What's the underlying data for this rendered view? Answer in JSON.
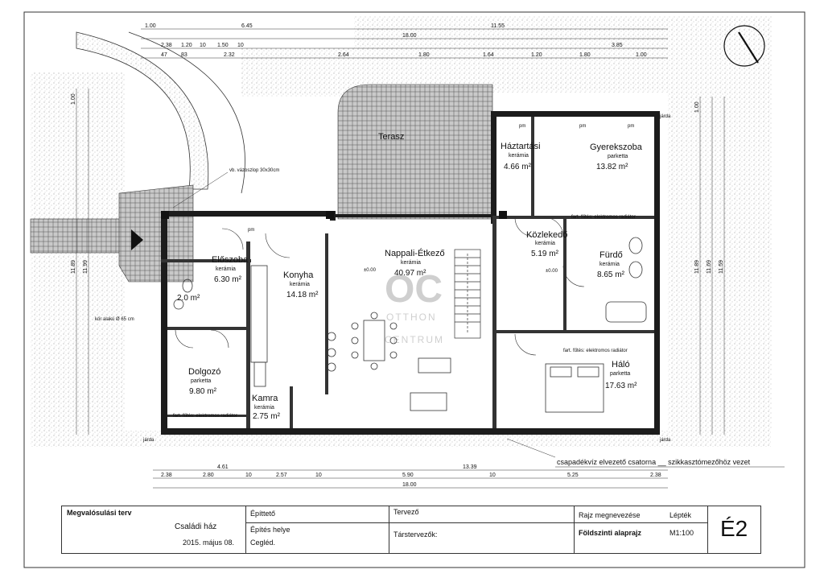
{
  "dimensions": {
    "top_row1": [
      "1.00",
      "6.45",
      "11.55"
    ],
    "top_row2": [
      "18.00"
    ],
    "top_row3": [
      "2.38",
      "1.20",
      "10",
      "1.50",
      "10",
      "3.85"
    ],
    "top_row4": [
      "47",
      "83",
      "2.32",
      "2.64",
      "1.80",
      "1.64",
      "1.20",
      "1.80",
      "1.00"
    ],
    "bottom_row1": [
      "4.61",
      "13.39"
    ],
    "bottom_row2": [
      "2.38",
      "2.80",
      "10",
      "2.57",
      "10",
      "5.90",
      "10",
      "5.25",
      "2.38"
    ],
    "bottom_row3": [
      "18.00"
    ],
    "right_side": [
      "1.00",
      "11.89",
      "11.69",
      "11.59"
    ],
    "left_side": [
      "1.00",
      "11.89",
      "11.99"
    ]
  },
  "rooms": [
    {
      "id": "terasz",
      "name": "Terasz",
      "floor": "",
      "area": ""
    },
    {
      "id": "haztartasi",
      "name": "Háztartási",
      "floor": "kerámia",
      "area": "4.66 m²"
    },
    {
      "id": "gyerekszoba",
      "name": "Gyerekszoba",
      "floor": "parketta",
      "area": "13.82 m²"
    },
    {
      "id": "kozlekedo",
      "name": "Közlekedő",
      "floor": "kerámia",
      "area": "5.19 m²"
    },
    {
      "id": "furdo",
      "name": "Fürdő",
      "floor": "kerámia",
      "area": "8.65 m²"
    },
    {
      "id": "eloszoba",
      "name": "Előszoba",
      "floor": "kerámia",
      "area": "6.30 m²"
    },
    {
      "id": "wc",
      "name": "",
      "floor": "",
      "area": "2.0 m²"
    },
    {
      "id": "konyha",
      "name": "Konyha",
      "floor": "kerámia",
      "area": "14.18 m²"
    },
    {
      "id": "nappali",
      "name": "Nappali-Étkező",
      "floor": "kerámia",
      "area": "40.97 m²"
    },
    {
      "id": "dolgozo",
      "name": "Dolgozó",
      "floor": "parketta",
      "area": "9.80 m²"
    },
    {
      "id": "kamra",
      "name": "Kamra",
      "floor": "kerámia",
      "area": "2.75 m²"
    },
    {
      "id": "halo",
      "name": "Háló",
      "floor": "parketta",
      "area": "17.63 m²"
    }
  ],
  "notes": {
    "vazoszlop": "vb. vázoszlop 30x30cm",
    "heating": "fart. fűtés: elektromos radiátor",
    "csatorna": "csapadékvíz elvezető csatorna __ szikkasztómezőhöz vezet",
    "level": "±0.00",
    "jarda": "járda",
    "pm": "pm",
    "d65": "kör alakú Ø 65 cm"
  },
  "watermark": {
    "logo": "OC",
    "line1": "OTTHON",
    "line2": "CENTRUM"
  },
  "title_block": {
    "project_type": "Megvalósulási terv",
    "building": "Családi ház",
    "date": "2015. május 08.",
    "epitteto_label": "Építtető",
    "epites_helye_label": "Építés helye",
    "epites_helye": "Cegléd.",
    "tervezo_label": "Tervező",
    "tarstervezok_label": "Társtervezők:",
    "rajz_label": "Rajz megnevezése",
    "rajz_value": "Földszinti alaprajz",
    "leptek_label": "Lépték",
    "leptek_value": "M1:100",
    "sheet": "É2"
  }
}
